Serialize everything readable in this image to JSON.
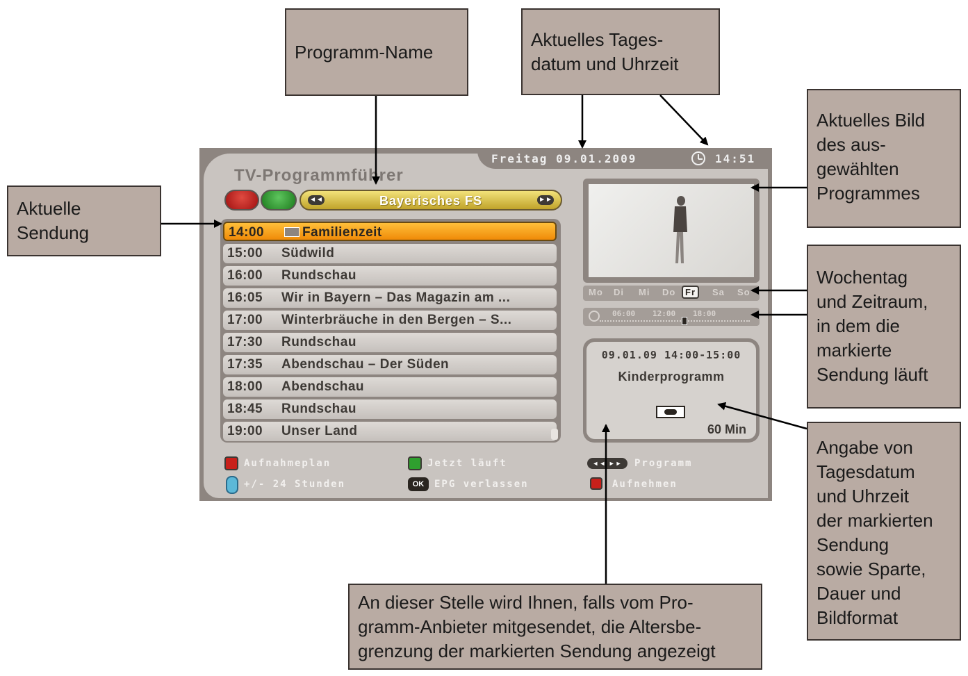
{
  "callouts": {
    "programm_name": "Programm-Name",
    "datum_uhrzeit": "Aktuelles Tages-\ndatum und Uhrzeit",
    "aktuelle_sendung": "Aktuelle\nSendung",
    "aktuelles_bild": "Aktuelles Bild\ndes aus-\ngewählten\nProgrammes",
    "wochentag": "Wochentag\nund Zeitraum,\nin dem die\nmarkierte\nSendung läuft",
    "angabe": "Angabe von\nTagesdatum\nund Uhrzeit\nder markierten\nSendung\nsowie Sparte,\nDauer und\nBildformat",
    "altersbegrenzung": "An dieser Stelle wird Ihnen, falls vom Pro-\ngramm-Anbieter mitgesendet, die Altersbe-\ngrenzung der markierten Sendung angezeigt"
  },
  "osd": {
    "title": "TV-Programmführer",
    "date": "Freitag 09.01.2009",
    "time": "14:51",
    "channel": "Bayerisches FS",
    "arrow_left": "◄◄",
    "arrow_right": "►►",
    "programmes": [
      {
        "time": "14:00",
        "name": "Familienzeit"
      },
      {
        "time": "15:00",
        "name": "Südwild"
      },
      {
        "time": "16:00",
        "name": "Rundschau"
      },
      {
        "time": "16:05",
        "name": "Wir in Bayern – Das Magazin am ..."
      },
      {
        "time": "17:00",
        "name": "Winterbräuche in den Bergen – S..."
      },
      {
        "time": "17:30",
        "name": "Rundschau"
      },
      {
        "time": "17:35",
        "name": "Abendschau – Der Süden"
      },
      {
        "time": "18:00",
        "name": "Abendschau"
      },
      {
        "time": "18:45",
        "name": "Rundschau"
      },
      {
        "time": "19:00",
        "name": "Unser Land"
      }
    ],
    "weekdays": [
      "Mo",
      "Di",
      "Mi",
      "Do",
      "Fr",
      "Sa",
      "So"
    ],
    "time_ticks": [
      "06:00",
      "12:00",
      "18:00"
    ],
    "info": {
      "datetime": "09.01.09 14:00-15:00",
      "genre": "Kinderprogramm",
      "duration": "60 Min"
    },
    "legend": {
      "red": "Aufnahmeplan",
      "green": "Jetzt läuft",
      "programm_keys": "◄◄ ►►",
      "programm": "Programm",
      "arrows": "+/- 24 Stunden",
      "ok_key": "OK",
      "ok": "EPG verlassen",
      "record": "Aufnehmen"
    }
  }
}
